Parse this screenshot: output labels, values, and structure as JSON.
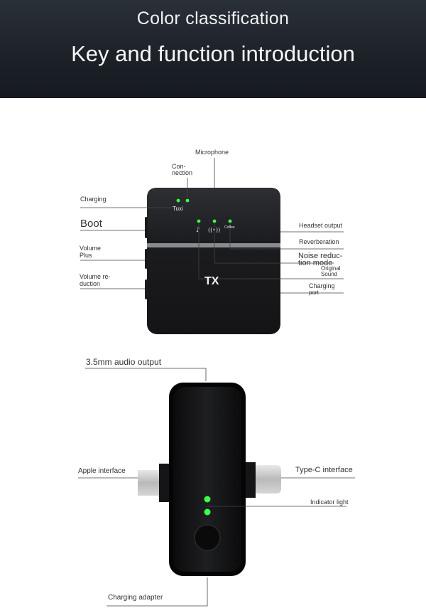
{
  "header": {
    "title": "Color classification",
    "subtitle": "Key and function introduction"
  },
  "tx": {
    "label_microphone": "Microphone",
    "label_connection_1": "Con-",
    "label_connection_2": "nection",
    "label_charging": "Charging",
    "label_tuxi": "Tuxi",
    "label_boot": "Boot",
    "label_volume_plus_1": "Volume",
    "label_volume_plus_2": "Plus",
    "label_volume_reduction_1": "Volume re-",
    "label_volume_reduction_2": "duction",
    "label_headset_output": "Headset output",
    "label_reverberation": "Reverberation",
    "label_noise_1": "Noise reduc-",
    "label_noise_2": "tion mode",
    "label_original_1": "Original",
    "label_original_2": "Sound",
    "label_charging_port_1": "Charging",
    "label_charging_port_2": "port",
    "label_coffee": "Coffee",
    "device_text": "TX"
  },
  "rx": {
    "label_audio_output": "3.5mm audio output",
    "label_apple": "Apple interface",
    "label_typec": "Type-C interface",
    "label_indicator": "Indicator light",
    "label_charging_adapter": "Charging adapter"
  },
  "colors": {
    "led_green": "#3dff4a",
    "banner_dark": "#1c2128"
  }
}
